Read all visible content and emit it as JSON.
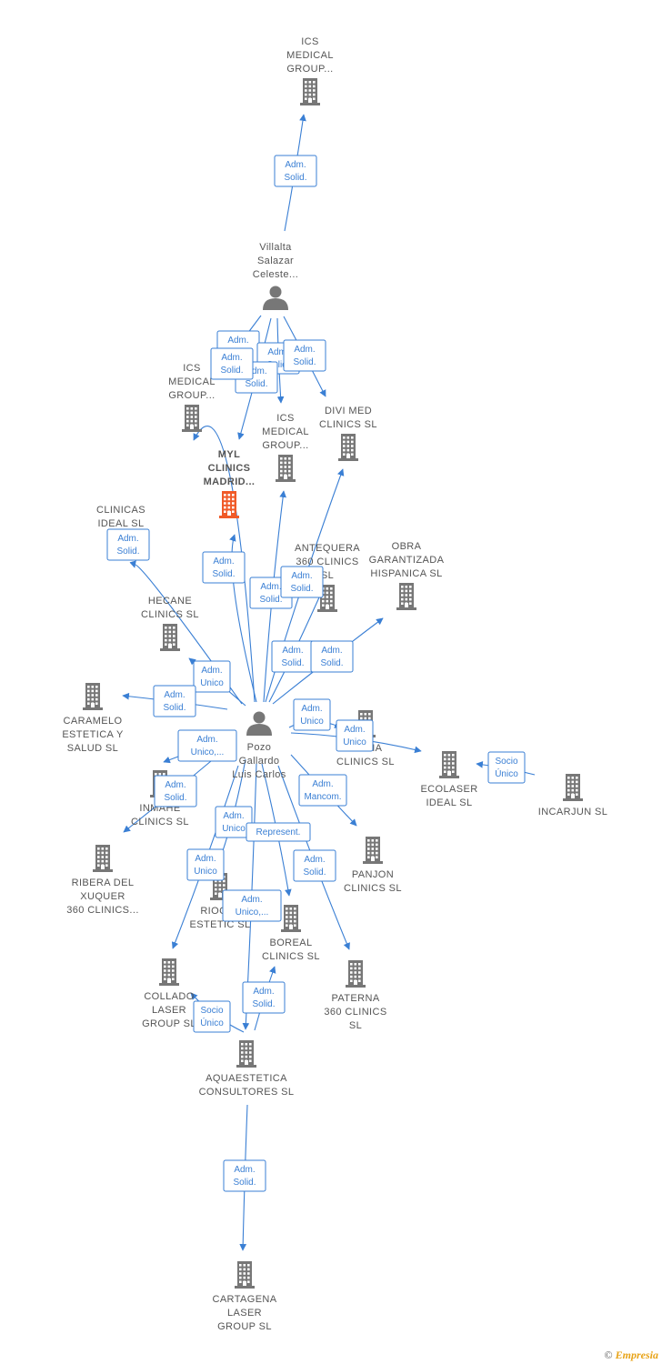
{
  "colors": {
    "edge": "#3a7fd4",
    "company": "#777777",
    "highlight": "#f05a28",
    "person": "#777777"
  },
  "footer": {
    "copyright": "©",
    "brand": "Empresia"
  },
  "nodes": [
    {
      "id": "ics_top",
      "type": "company",
      "icon": "building-icon",
      "lines": [
        "ICS",
        "MEDICAL",
        "GROUP..."
      ]
    },
    {
      "id": "villalta",
      "type": "person",
      "icon": "person-icon",
      "lines": [
        "Villalta",
        "Salazar",
        "Celeste..."
      ]
    },
    {
      "id": "ics_left",
      "type": "company",
      "icon": "building-icon",
      "lines": [
        "ICS",
        "MEDICAL",
        "GROUP..."
      ]
    },
    {
      "id": "ics_mid",
      "type": "company",
      "icon": "building-icon",
      "lines": [
        "ICS",
        "MEDICAL",
        "GROUP..."
      ]
    },
    {
      "id": "divimed",
      "type": "company",
      "icon": "building-icon",
      "lines": [
        "DIVI MED",
        "CLINICS  SL"
      ]
    },
    {
      "id": "myl",
      "type": "company",
      "icon": "building-icon",
      "highlight": true,
      "lines": [
        "MYL",
        "CLINICS",
        "MADRID..."
      ]
    },
    {
      "id": "clinicas",
      "type": "company",
      "icon": "building-icon",
      "lines": [
        "CLINICAS",
        "IDEAL  SL"
      ]
    },
    {
      "id": "antequera",
      "type": "company",
      "icon": "building-icon",
      "lines": [
        "ANTEQUERA",
        "360 CLINICS",
        "SL"
      ]
    },
    {
      "id": "obra",
      "type": "company",
      "icon": "building-icon",
      "lines": [
        "OBRA",
        "GARANTIZADA",
        "HISPANICA  SL"
      ]
    },
    {
      "id": "hecane",
      "type": "company",
      "icon": "building-icon",
      "lines": [
        "HECANE",
        "CLINICS  SL"
      ]
    },
    {
      "id": "caramelo",
      "type": "company",
      "icon": "building-icon",
      "lines": [
        "CARAMELO",
        "ESTETICA Y",
        "SALUD  SL"
      ]
    },
    {
      "id": "pozo",
      "type": "person",
      "icon": "person-icon",
      "lines": [
        "Pozo",
        "Gallardo",
        "Luis Carlos"
      ]
    },
    {
      "id": "nemia",
      "type": "company",
      "icon": "building-icon",
      "lines": [
        "NEMIA",
        "CLINICS  SL"
      ]
    },
    {
      "id": "ecolaser",
      "type": "company",
      "icon": "building-icon",
      "lines": [
        "ECOLASER",
        "IDEAL  SL"
      ]
    },
    {
      "id": "incarjun",
      "type": "company",
      "icon": "building-icon",
      "lines": [
        "INCARJUN  SL"
      ]
    },
    {
      "id": "inmahe",
      "type": "company",
      "icon": "building-icon",
      "lines": [
        "INMAHE",
        "CLINICS  SL"
      ]
    },
    {
      "id": "ribera",
      "type": "company",
      "icon": "building-icon",
      "lines": [
        "RIBERA DEL",
        "XUQUER",
        "360 CLINICS..."
      ]
    },
    {
      "id": "panjon",
      "type": "company",
      "icon": "building-icon",
      "lines": [
        "PANJON",
        "CLINICS  SL"
      ]
    },
    {
      "id": "riocal",
      "type": "company",
      "icon": "building-icon",
      "lines": [
        "RIOCAL",
        "ESTETIC  SL"
      ]
    },
    {
      "id": "boreal",
      "type": "company",
      "icon": "building-icon",
      "lines": [
        "BOREAL",
        "CLINICS  SL"
      ]
    },
    {
      "id": "collado",
      "type": "company",
      "icon": "building-icon",
      "lines": [
        "COLLADO",
        "LASER",
        "GROUP  SL"
      ]
    },
    {
      "id": "paterna",
      "type": "company",
      "icon": "building-icon",
      "lines": [
        "PATERNA",
        "360 CLINICS",
        "SL"
      ]
    },
    {
      "id": "aquaestetica",
      "type": "company",
      "icon": "building-icon",
      "lines": [
        "AQUAESTETICA",
        "CONSULTORES SL"
      ]
    },
    {
      "id": "cartagena",
      "type": "company",
      "icon": "building-icon",
      "lines": [
        "CARTAGENA",
        "LASER",
        "GROUP  SL"
      ]
    }
  ],
  "edges": [
    {
      "from": "villalta",
      "to": "ics_top",
      "lines": [
        "Adm.",
        "Solid."
      ]
    },
    {
      "from": "villalta",
      "to": "ics_left",
      "lines": [
        "Adm.",
        "Solid."
      ]
    },
    {
      "from": "villalta",
      "to": "ics_mid",
      "lines": [
        "Adm.",
        "Solid."
      ]
    },
    {
      "from": "villalta",
      "to": "divimed",
      "lines": [
        "Adm.",
        "Solid."
      ]
    },
    {
      "from": "villalta",
      "to": "myl",
      "lines": [
        "Adm.",
        "Solid."
      ]
    },
    {
      "from": "pozo",
      "to": "myl",
      "lines": [
        "Adm.",
        "Solid."
      ]
    },
    {
      "from": "pozo",
      "to": "ics_left",
      "lines": [
        "Adm.",
        "Solid."
      ]
    },
    {
      "from": "pozo",
      "to": "ics_mid",
      "lines": [
        "Adm.",
        "Solid."
      ]
    },
    {
      "from": "pozo",
      "to": "divimed",
      "lines": [
        "Adm.",
        "Solid."
      ]
    },
    {
      "from": "pozo",
      "to": "clinicas",
      "lines": [
        "Adm.",
        "Solid."
      ]
    },
    {
      "from": "pozo",
      "to": "antequera",
      "lines": [
        "Adm.",
        "Solid."
      ]
    },
    {
      "from": "pozo",
      "to": "obra",
      "lines": [
        "Adm.",
        "Solid."
      ]
    },
    {
      "from": "pozo",
      "to": "hecane",
      "lines": [
        "Adm.",
        "Unico"
      ]
    },
    {
      "from": "pozo",
      "to": "caramelo",
      "lines": [
        "Adm.",
        "Solid."
      ]
    },
    {
      "from": "pozo",
      "to": "nemia",
      "lines": [
        "Adm.",
        "Unico"
      ]
    },
    {
      "from": "pozo",
      "to": "ecolaser",
      "lines": [
        "Adm.",
        "Unico"
      ]
    },
    {
      "from": "incarjun",
      "to": "ecolaser",
      "lines": [
        "Socio",
        "Único"
      ]
    },
    {
      "from": "pozo",
      "to": "inmahe",
      "lines": [
        "Adm.",
        "Unico,..."
      ]
    },
    {
      "from": "pozo",
      "to": "ribera",
      "lines": [
        "Adm.",
        "Solid."
      ]
    },
    {
      "from": "pozo",
      "to": "panjon",
      "lines": [
        "Adm.",
        "Mancom."
      ]
    },
    {
      "from": "pozo",
      "to": "riocal",
      "lines": [
        "Adm.",
        "Unico"
      ]
    },
    {
      "from": "pozo",
      "to": "boreal",
      "lines": [
        "Represent."
      ]
    },
    {
      "from": "pozo",
      "to": "paterna",
      "lines": [
        "Adm.",
        "Solid."
      ]
    },
    {
      "from": "pozo",
      "to": "collado",
      "lines": [
        "Adm.",
        "Unico"
      ]
    },
    {
      "from": "pozo",
      "to": "aquaestetica",
      "lines": [
        "Adm.",
        "Unico,..."
      ]
    },
    {
      "from": "aquaestetica",
      "to": "boreal",
      "lines": [
        "Adm.",
        "Solid."
      ]
    },
    {
      "from": "aquaestetica",
      "to": "collado",
      "lines": [
        "Socio",
        "Único"
      ]
    },
    {
      "from": "aquaestetica",
      "to": "cartagena",
      "lines": [
        "Adm.",
        "Solid."
      ]
    }
  ]
}
